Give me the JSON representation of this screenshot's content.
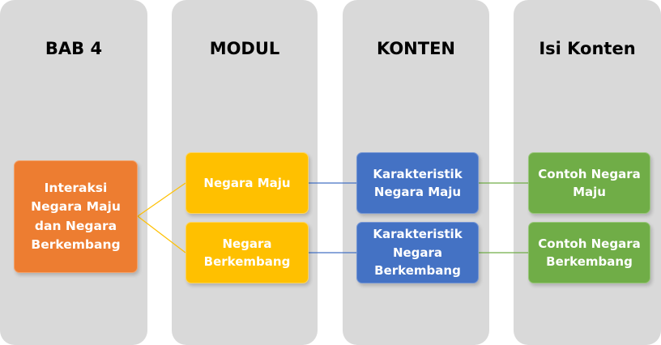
{
  "columns": [
    {
      "title": "BAB 4"
    },
    {
      "title": "MODUL"
    },
    {
      "title": "KONTEN"
    },
    {
      "title": "Isi Konten"
    }
  ],
  "nodes": {
    "root": {
      "label": "Interaksi Negara Maju dan Negara Berkembang",
      "color": "#ed7d31"
    },
    "modul_1": {
      "label": "Negara Maju",
      "color": "#ffc000"
    },
    "modul_2": {
      "label": "Negara Berkembang",
      "color": "#ffc000"
    },
    "konten_1": {
      "label": "Karakteristik Negara Maju",
      "color": "#4472c4"
    },
    "konten_2": {
      "label": "Karakteristik Negara Berkembang",
      "color": "#4472c4"
    },
    "isi_1": {
      "label": "Contoh Negara Maju",
      "color": "#70ad47"
    },
    "isi_2": {
      "label": "Contoh Negara Berkembang",
      "color": "#70ad47"
    }
  },
  "colors": {
    "column_background": "#d9d9d9",
    "connector_root_modul": "#ffc000",
    "connector_modul_konten": "#4472c4",
    "connector_konten_isi": "#70ad47"
  }
}
